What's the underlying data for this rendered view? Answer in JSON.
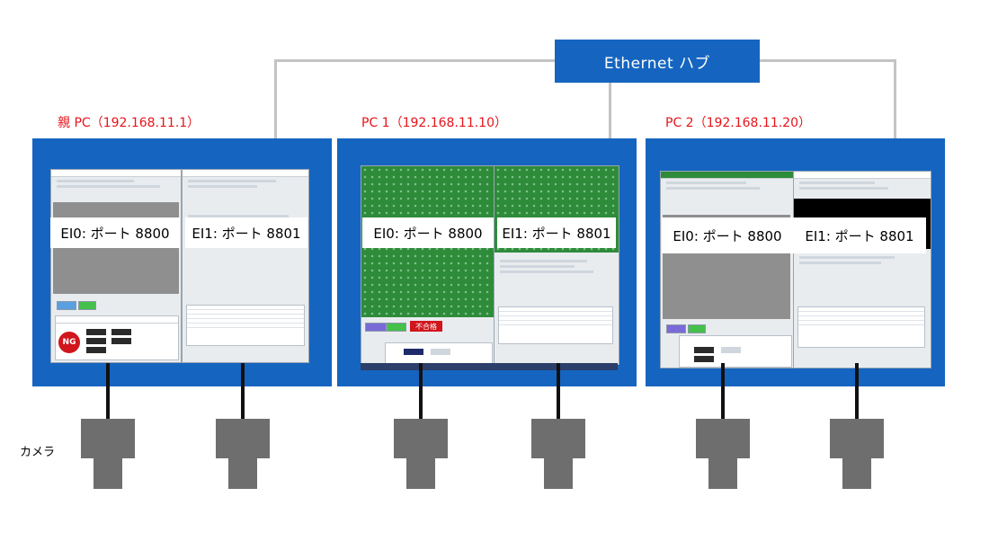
{
  "hub": {
    "label": "Ethernet ハブ"
  },
  "pcs": [
    {
      "label": "親 PC（192.168.11.1）",
      "ei0": "EI0: ポート 8800",
      "ei1": "EI1: ポート 8801"
    },
    {
      "label": "PC 1（192.168.11.10）",
      "ei0": "EI0: ポート 8800",
      "ei1": "EI1: ポート 8801"
    },
    {
      "label": "PC 2（192.168.11.20）",
      "ei0": "EI0: ポート 8800",
      "ei1": "EI1: ポート 8801"
    }
  ],
  "camera_label": "カメラ",
  "badges": {
    "ng": "NG",
    "red_button": "不合格"
  },
  "colors": {
    "panel": "#1565c0",
    "pc_label": "#e5141b",
    "camera": "#6e6e6e",
    "connector": "#c3c3c3"
  }
}
